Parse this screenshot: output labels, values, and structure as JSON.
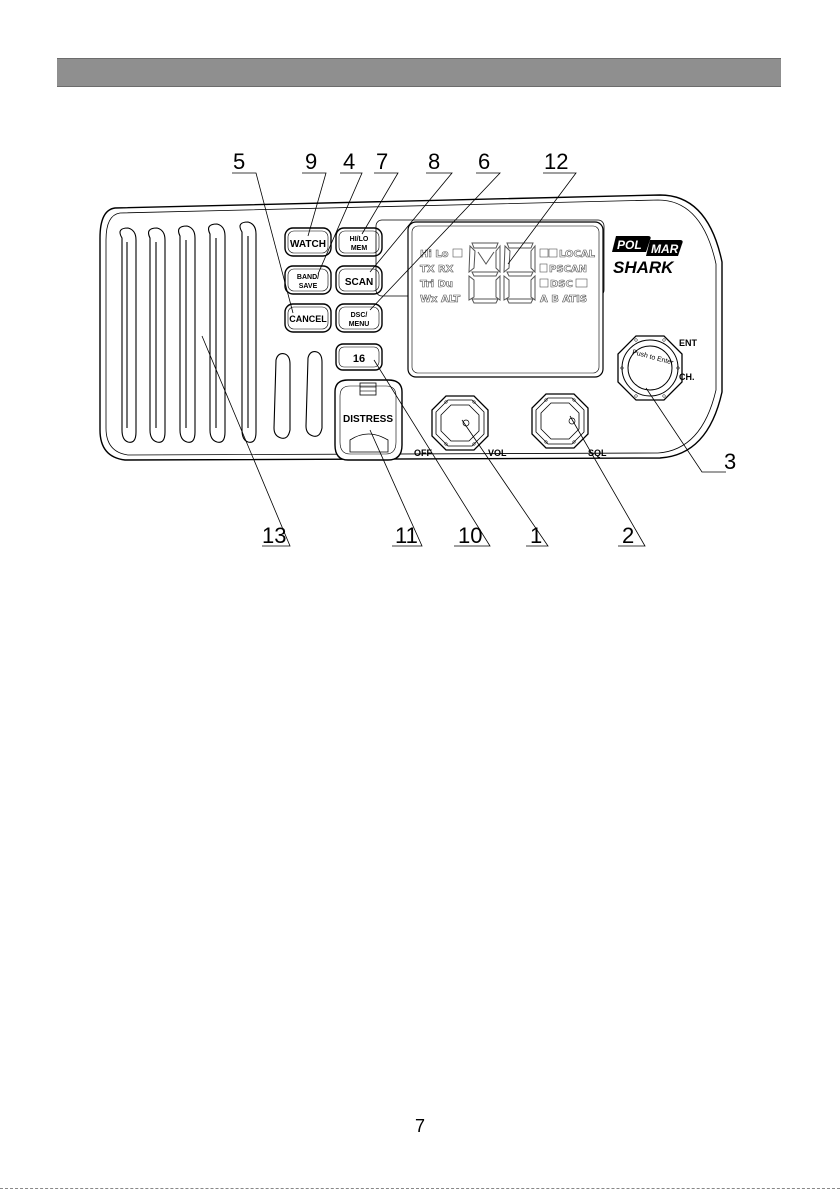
{
  "callouts": {
    "top": [
      "5",
      "9",
      "4",
      "7",
      "8",
      "6",
      "12"
    ],
    "right": [
      "3"
    ],
    "bottom": [
      "13",
      "11",
      "10",
      "1",
      "2"
    ]
  },
  "buttons": {
    "watch": "WATCH",
    "band_save_1": "BAND/",
    "band_save_2": "SAVE",
    "cancel": "CANCEL",
    "hilo_1": "HI/LO",
    "hilo_2": "MEM",
    "scan": "SCAN",
    "dsc_1": "DSC/",
    "dsc_2": "MENU",
    "ch16": "16",
    "distress": "DISTRESS"
  },
  "knobs": {
    "off": "OFF",
    "vol": "VOL",
    "sql": "SQL",
    "ent": "ENT",
    "ch": "CH.",
    "push": "Push to Enter"
  },
  "lcd": {
    "row1_left": "Hi Lo",
    "row2_left": "TX  RX",
    "row3_left": "Tri Du",
    "row4_left": "Wx ALT",
    "row1_right": "LOCAL",
    "row2_right": "PSCAN",
    "row3_right": "DSC",
    "row4_right": "A B  ATIS"
  },
  "brand": {
    "pol": "POL",
    "mar": "MAR",
    "model": "SHARK"
  },
  "page_number": "7"
}
